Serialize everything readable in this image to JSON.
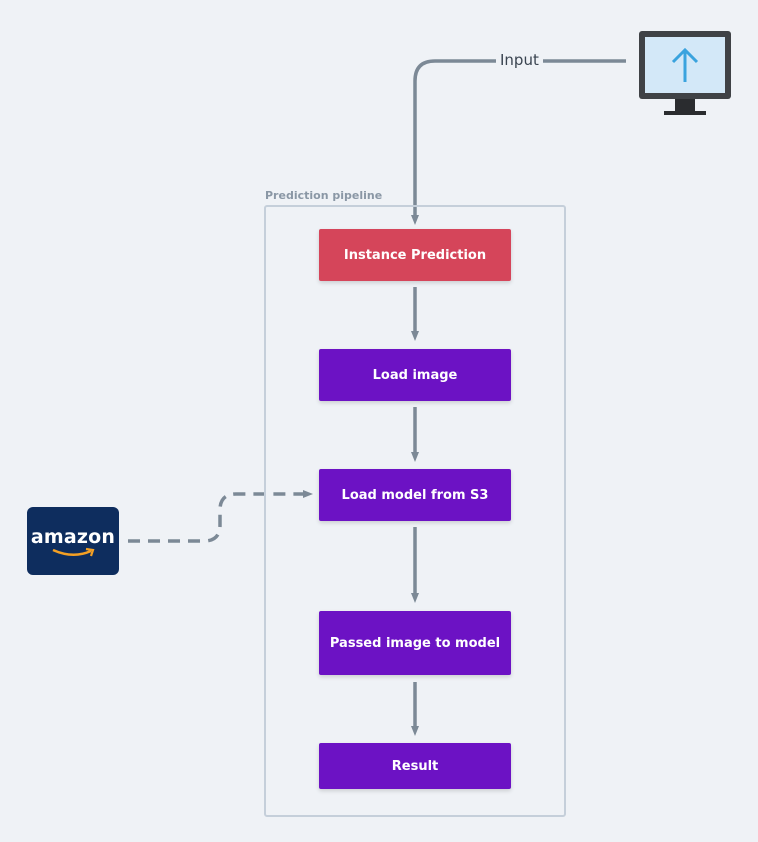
{
  "pipeline": {
    "group_label": "Prediction pipeline",
    "steps": [
      {
        "label": "Instance Prediction",
        "color": "#d5455a"
      },
      {
        "label": "Load image",
        "color": "#6c12c4"
      },
      {
        "label": "Load model from S3",
        "color": "#6c12c4"
      },
      {
        "label": "Passed image to model",
        "color": "#6c12c4"
      },
      {
        "label": "Result",
        "color": "#6c12c4"
      }
    ]
  },
  "input": {
    "label": "Input",
    "icon": "upload-monitor-icon"
  },
  "external": {
    "amazon_label": "amazon",
    "icon": "amazon-logo",
    "brand_color": "#0e2d5e"
  },
  "colors": {
    "connector": "#7c8996",
    "background": "#eff2f6",
    "group_border": "#c5cfda"
  }
}
